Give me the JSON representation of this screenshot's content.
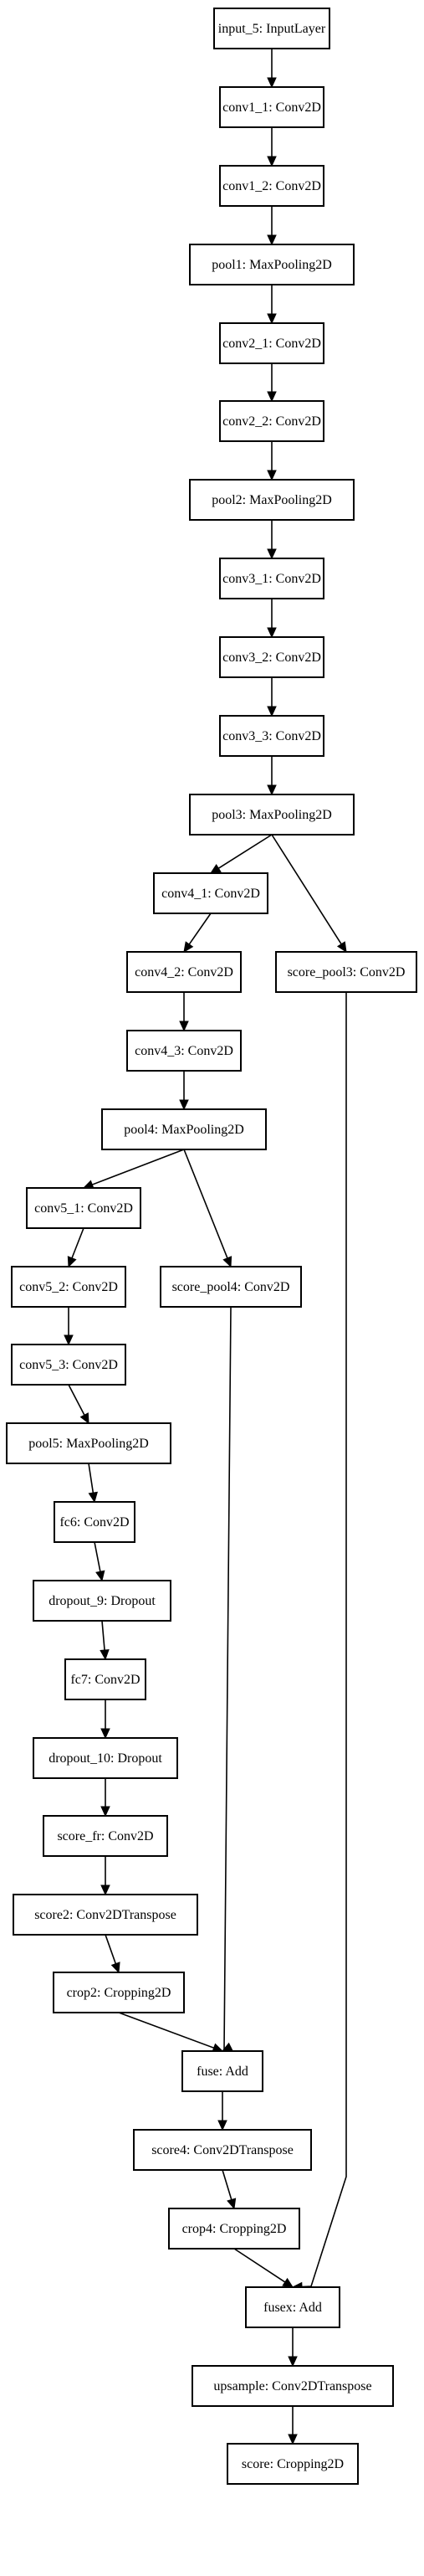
{
  "diagram": {
    "nodes": [
      {
        "id": "input_5",
        "label": "input_5: InputLayer"
      },
      {
        "id": "conv1_1",
        "label": "conv1_1: Conv2D"
      },
      {
        "id": "conv1_2",
        "label": "conv1_2: Conv2D"
      },
      {
        "id": "pool1",
        "label": "pool1: MaxPooling2D"
      },
      {
        "id": "conv2_1",
        "label": "conv2_1: Conv2D"
      },
      {
        "id": "conv2_2",
        "label": "conv2_2: Conv2D"
      },
      {
        "id": "pool2",
        "label": "pool2: MaxPooling2D"
      },
      {
        "id": "conv3_1",
        "label": "conv3_1: Conv2D"
      },
      {
        "id": "conv3_2",
        "label": "conv3_2: Conv2D"
      },
      {
        "id": "conv3_3",
        "label": "conv3_3: Conv2D"
      },
      {
        "id": "pool3",
        "label": "pool3: MaxPooling2D"
      },
      {
        "id": "conv4_1",
        "label": "conv4_1: Conv2D"
      },
      {
        "id": "score_pool3",
        "label": "score_pool3: Conv2D"
      },
      {
        "id": "conv4_2",
        "label": "conv4_2: Conv2D"
      },
      {
        "id": "conv4_3",
        "label": "conv4_3: Conv2D"
      },
      {
        "id": "pool4",
        "label": "pool4: MaxPooling2D"
      },
      {
        "id": "conv5_1",
        "label": "conv5_1: Conv2D"
      },
      {
        "id": "score_pool4",
        "label": "score_pool4: Conv2D"
      },
      {
        "id": "conv5_2",
        "label": "conv5_2: Conv2D"
      },
      {
        "id": "conv5_3",
        "label": "conv5_3: Conv2D"
      },
      {
        "id": "pool5",
        "label": "pool5: MaxPooling2D"
      },
      {
        "id": "fc6",
        "label": "fc6: Conv2D"
      },
      {
        "id": "dropout_9",
        "label": "dropout_9: Dropout"
      },
      {
        "id": "fc7",
        "label": "fc7: Conv2D"
      },
      {
        "id": "dropout_10",
        "label": "dropout_10: Dropout"
      },
      {
        "id": "score_fr",
        "label": "score_fr: Conv2D"
      },
      {
        "id": "score2",
        "label": "score2: Conv2DTranspose"
      },
      {
        "id": "crop2",
        "label": "crop2: Cropping2D"
      },
      {
        "id": "fuse",
        "label": "fuse: Add"
      },
      {
        "id": "score4",
        "label": "score4: Conv2DTranspose"
      },
      {
        "id": "crop4",
        "label": "crop4: Cropping2D"
      },
      {
        "id": "fusex",
        "label": "fusex: Add"
      },
      {
        "id": "upsample",
        "label": "upsample: Conv2DTranspose"
      },
      {
        "id": "score",
        "label": "score: Cropping2D"
      }
    ],
    "edges": [
      [
        "input_5",
        "conv1_1"
      ],
      [
        "conv1_1",
        "conv1_2"
      ],
      [
        "conv1_2",
        "pool1"
      ],
      [
        "pool1",
        "conv2_1"
      ],
      [
        "conv2_1",
        "conv2_2"
      ],
      [
        "conv2_2",
        "pool2"
      ],
      [
        "pool2",
        "conv3_1"
      ],
      [
        "conv3_1",
        "conv3_2"
      ],
      [
        "conv3_2",
        "conv3_3"
      ],
      [
        "conv3_3",
        "pool3"
      ],
      [
        "pool3",
        "conv4_1"
      ],
      [
        "pool3",
        "score_pool3"
      ],
      [
        "conv4_1",
        "conv4_2"
      ],
      [
        "conv4_2",
        "conv4_3"
      ],
      [
        "conv4_3",
        "pool4"
      ],
      [
        "pool4",
        "conv5_1"
      ],
      [
        "pool4",
        "score_pool4"
      ],
      [
        "conv5_1",
        "conv5_2"
      ],
      [
        "conv5_2",
        "conv5_3"
      ],
      [
        "conv5_3",
        "pool5"
      ],
      [
        "pool5",
        "fc6"
      ],
      [
        "fc6",
        "dropout_9"
      ],
      [
        "dropout_9",
        "fc7"
      ],
      [
        "fc7",
        "dropout_10"
      ],
      [
        "dropout_10",
        "score_fr"
      ],
      [
        "score_fr",
        "score2"
      ],
      [
        "score2",
        "crop2"
      ],
      [
        "crop2",
        "fuse"
      ],
      [
        "score_pool4",
        "fuse"
      ],
      [
        "fuse",
        "score4"
      ],
      [
        "score4",
        "crop4"
      ],
      [
        "crop4",
        "fusex"
      ],
      [
        "score_pool3",
        "fusex"
      ],
      [
        "fusex",
        "upsample"
      ],
      [
        "upsample",
        "score"
      ]
    ]
  }
}
